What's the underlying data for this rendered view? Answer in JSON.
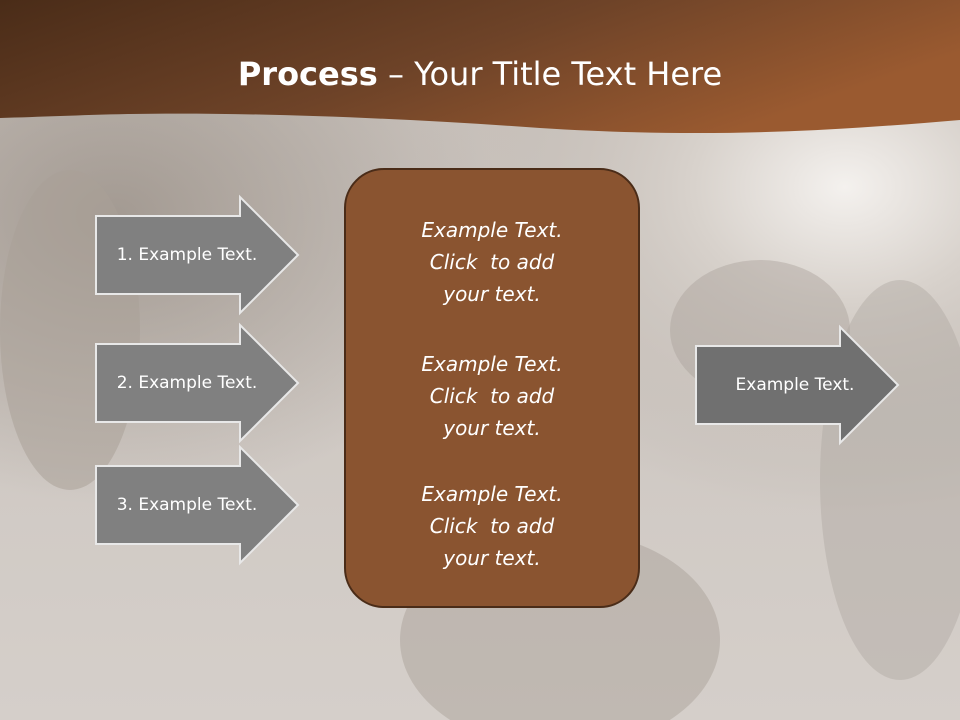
{
  "title": {
    "bold": "Process",
    "rest": " – Your Title Text Here"
  },
  "colors": {
    "header_brown": "#6b4126",
    "box_brown": "#8a5430",
    "arrow_gray": "#808080"
  },
  "left_arrows": [
    {
      "label": "1. Example Text."
    },
    {
      "label": "2. Example Text."
    },
    {
      "label": "3. Example Text."
    }
  ],
  "center_blocks": [
    {
      "lines": [
        "Example Text.",
        "Click  to add",
        "your text."
      ]
    },
    {
      "lines": [
        "Example Text.",
        "Click  to add",
        "your text."
      ]
    },
    {
      "lines": [
        "Example Text.",
        "Click  to add",
        "your text."
      ]
    }
  ],
  "right_arrow": {
    "label": "Example Text."
  }
}
